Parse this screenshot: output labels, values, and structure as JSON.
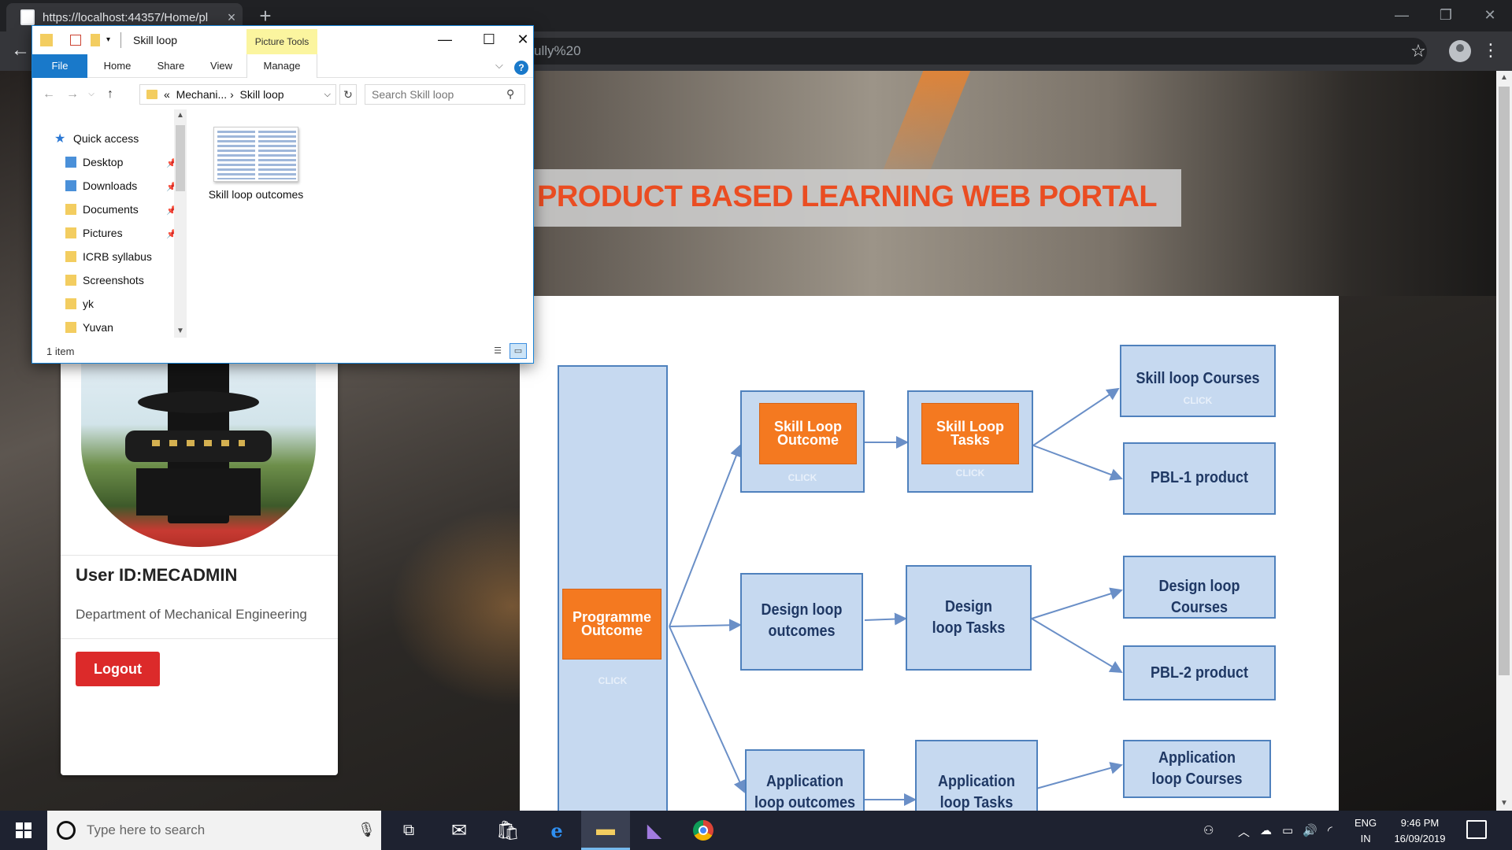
{
  "browser": {
    "tab_title": "https://localhost:44357/Home/pl",
    "tab_close": "×",
    "new_tab": "+",
    "url_visible": "ully%20",
    "window_min": "—",
    "window_restore": "❐",
    "window_close": "✕"
  },
  "portal": {
    "title": "PRODUCT BASED LEARNING WEB PORTAL"
  },
  "profile": {
    "user_id": "User ID:MECADMIN",
    "department": "Department of Mechanical Engineering",
    "logout_label": "Logout"
  },
  "flow": {
    "programme_outcome": "Programme Outcome",
    "skill_loop_outcome": "Skill Loop Outcome",
    "skill_loop_tasks": "Skill Loop Tasks",
    "click": "CLICK",
    "skill_loop_courses": "Skill loop   Courses",
    "pbl1": "PBL-1 product",
    "design_loop_outcomes": "Design loop outcomes",
    "design_loop_tasks": "Design loop Tasks",
    "design_loop_courses": "Design loop Courses",
    "pbl2": "PBL-2 product",
    "application_loop_outcomes": "Application loop outcomes",
    "application_loop_tasks": "Application loop Tasks",
    "application_loop_courses": "Application loop Courses"
  },
  "explorer": {
    "title": "Skill loop",
    "picture_tools": "Picture Tools",
    "tabs": [
      "File",
      "Home",
      "Share",
      "View",
      "Manage"
    ],
    "breadcrumb_prefix": "«",
    "breadcrumb_parent": "Mechani...",
    "breadcrumb_sep": "›",
    "breadcrumb_current": "Skill loop",
    "search_placeholder": "Search Skill loop",
    "nav_items": [
      "Quick access",
      "Desktop",
      "Downloads",
      "Documents",
      "Pictures",
      "ICRB syllabus",
      "Screenshots",
      "yk",
      "Yuvan"
    ],
    "file_name": "Skill loop outcomes",
    "status": "1 item"
  },
  "taskbar": {
    "search_placeholder": "Type here to search",
    "lang_line1": "ENG",
    "lang_line2": "IN",
    "time": "9:46 PM",
    "date": "16/09/2019"
  },
  "colors": {
    "portal_title": "#ea4d22",
    "flow_box_fill": "#c6d9f0",
    "flow_box_border": "#4f81bd",
    "orange_button": "#f47920",
    "logout": "#dc2a2a",
    "explorer_accent": "#1979ca"
  },
  "icons": {
    "back": "arrow-left-icon",
    "bookmark": "star-icon",
    "profile": "profile-icon",
    "menu": "kebab-menu-icon",
    "search": "magnifier-icon",
    "refresh": "refresh-icon",
    "help": "help-icon"
  }
}
